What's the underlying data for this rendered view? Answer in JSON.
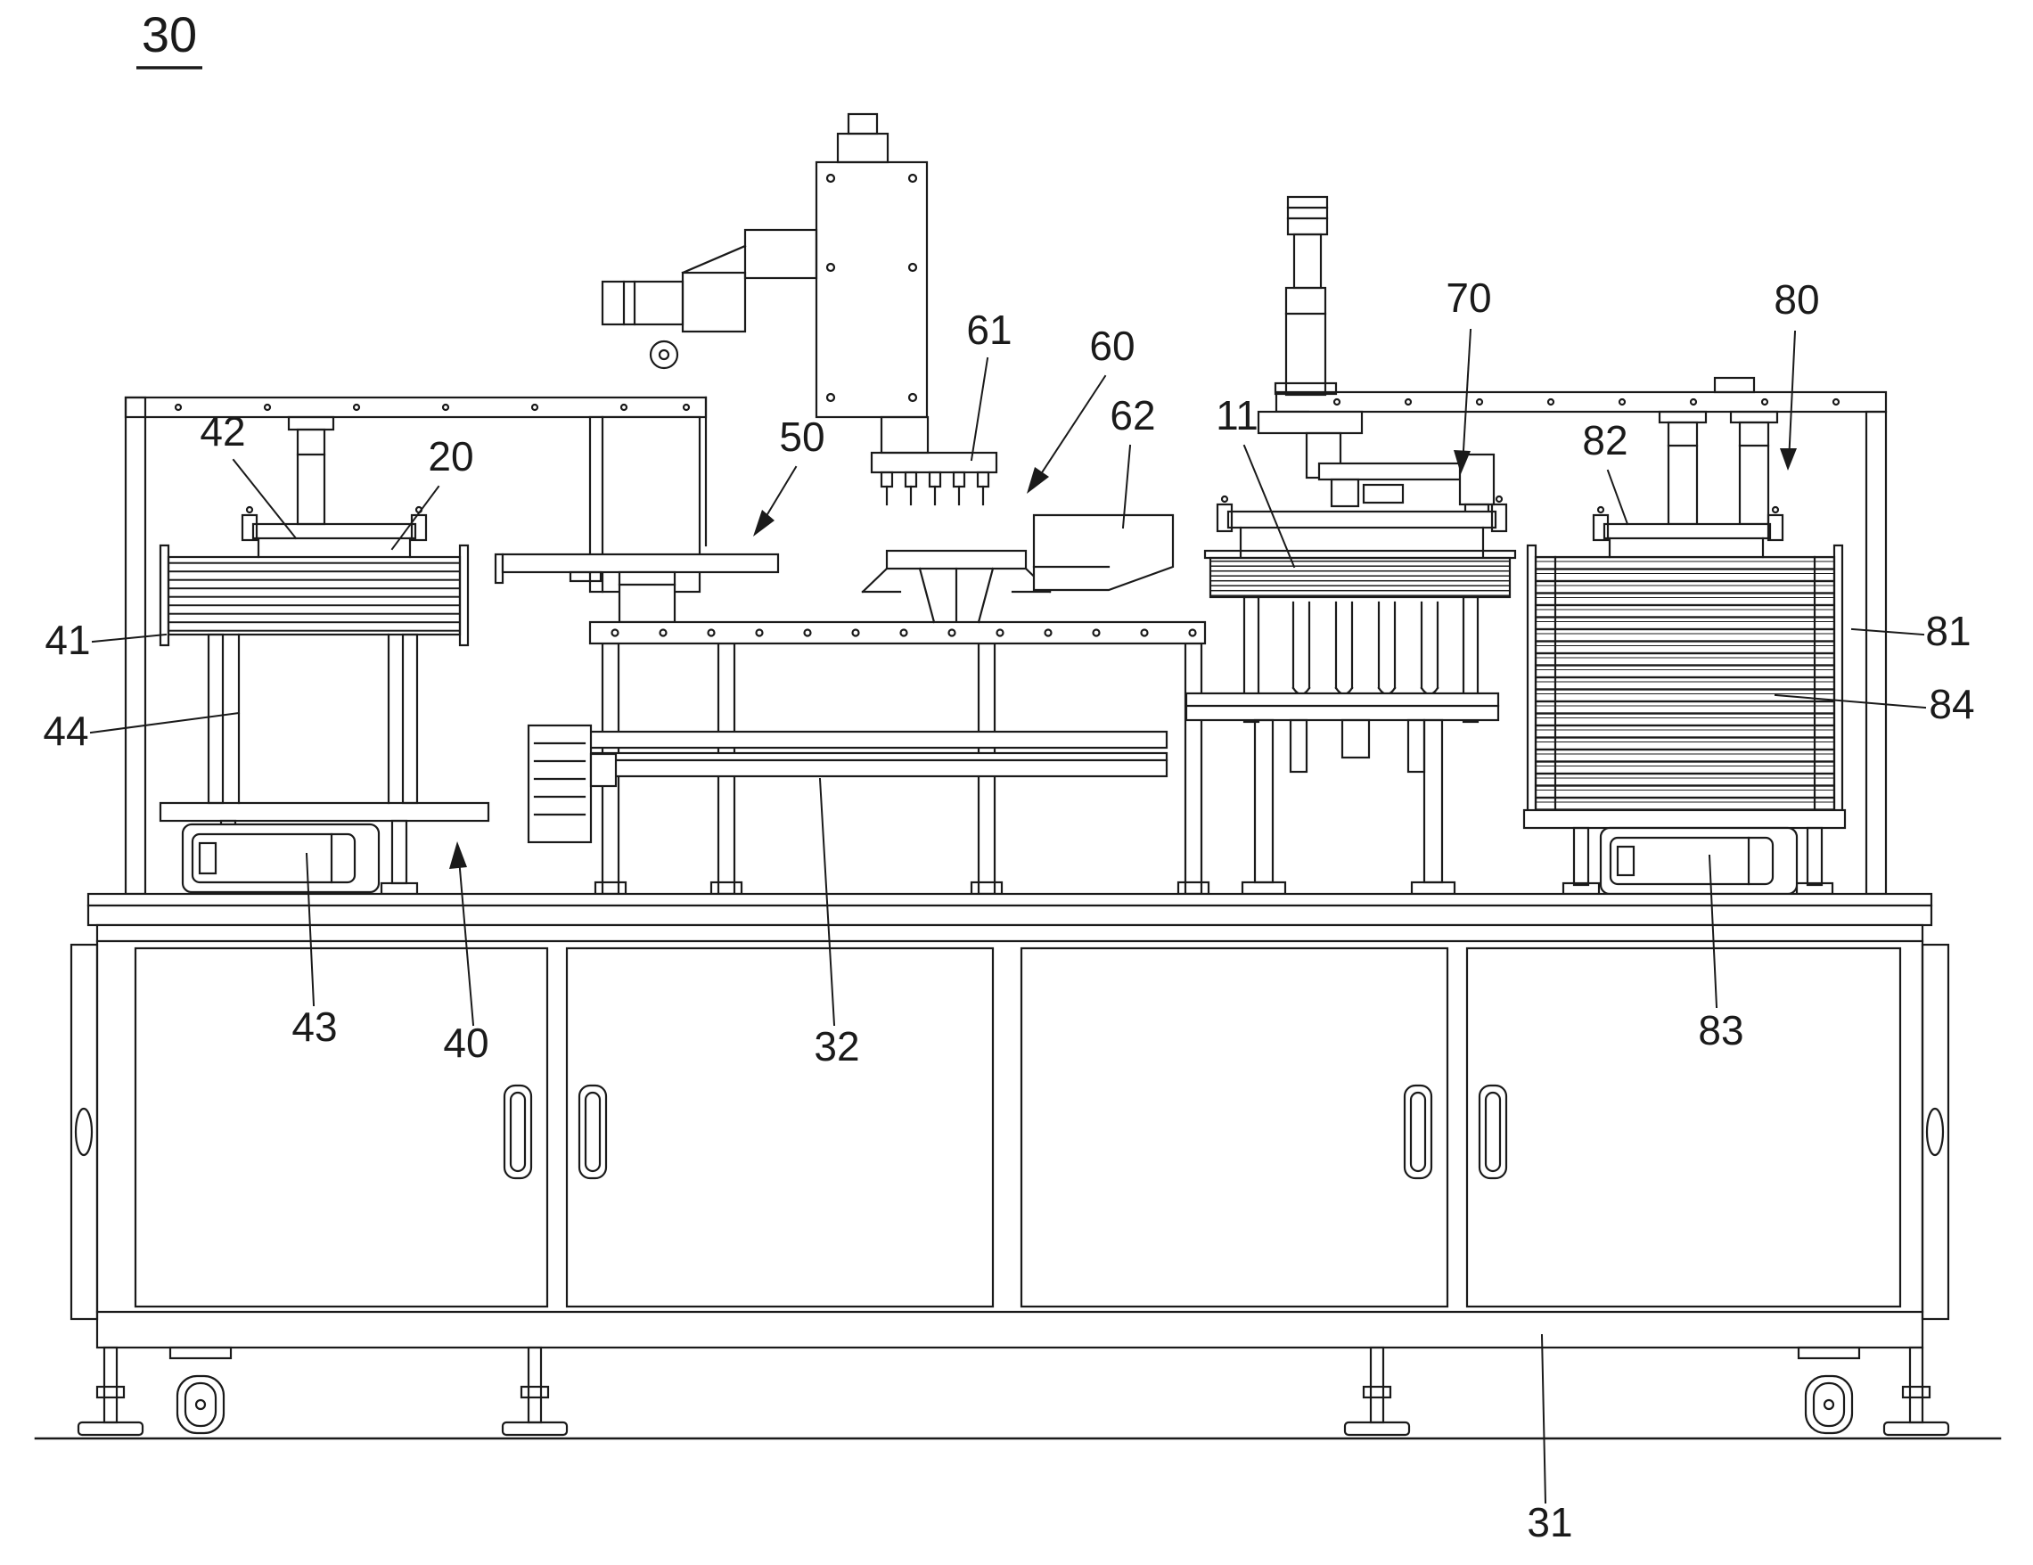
{
  "figure": {
    "title_number": "30",
    "background": "#ffffff",
    "line_color": "#1a1a1a",
    "type": "patent-style technical line drawing of an automated stacking/assembly machine"
  },
  "reference_labels": {
    "n30": "30",
    "n11": "11",
    "n20": "20",
    "n31": "31",
    "n32": "32",
    "n40": "40",
    "n41": "41",
    "n42": "42",
    "n43": "43",
    "n44": "44",
    "n50": "50",
    "n60": "60",
    "n61": "61",
    "n62": "62",
    "n70": "70",
    "n80": "80",
    "n81": "81",
    "n82": "82",
    "n83": "83",
    "n84": "84"
  }
}
